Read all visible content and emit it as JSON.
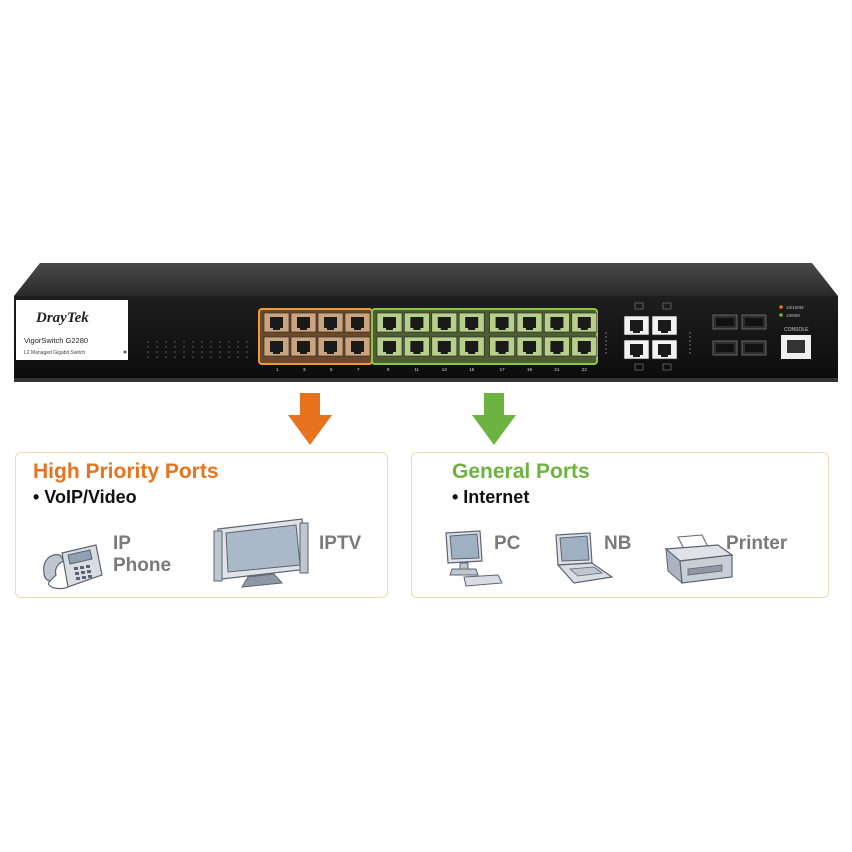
{
  "switch": {
    "brand": "DrayTek",
    "model": "VigorSwitch G2280",
    "subtitle": "L2 Managed Gigabit Switch",
    "console_label": "CONSOLE",
    "led_legend": [
      "10/100M",
      "1000M"
    ],
    "port_numbers_high": [
      "1",
      "3",
      "5",
      "7"
    ],
    "port_numbers_general": [
      "9",
      "11",
      "13",
      "15",
      "17",
      "19",
      "21",
      "23"
    ],
    "highlight_colors": {
      "high": "#f29a3a",
      "general": "#8cc63f"
    }
  },
  "arrows": {
    "high_color": "#e8731f",
    "general_color": "#6db33f"
  },
  "high_priority": {
    "title": "High Priority Ports",
    "title_color": "#e8731f",
    "bullet": "• VoIP/Video",
    "devices": [
      {
        "icon": "ip-phone-icon",
        "label_line1": "IP",
        "label_line2": "Phone"
      },
      {
        "icon": "tv-icon",
        "label_line1": "IPTV"
      }
    ]
  },
  "general": {
    "title": "General Ports",
    "title_color": "#6db33f",
    "bullet": "• Internet",
    "devices": [
      {
        "icon": "desktop-pc-icon",
        "label": "PC"
      },
      {
        "icon": "notebook-icon",
        "label": "NB"
      },
      {
        "icon": "printer-icon",
        "label": "Printer"
      }
    ]
  }
}
